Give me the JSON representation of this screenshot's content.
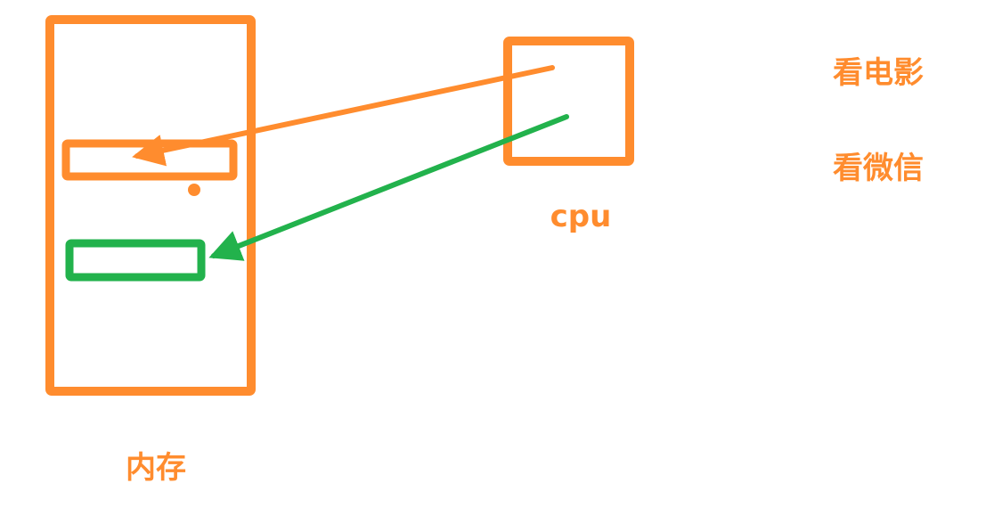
{
  "labels": {
    "memory": "内存",
    "cpu": "cpu",
    "task_movie": "看电影",
    "task_wechat": "看微信"
  },
  "colors": {
    "orange": "#ff8c2e",
    "green": "#22b24c",
    "background": "#ffffff"
  }
}
